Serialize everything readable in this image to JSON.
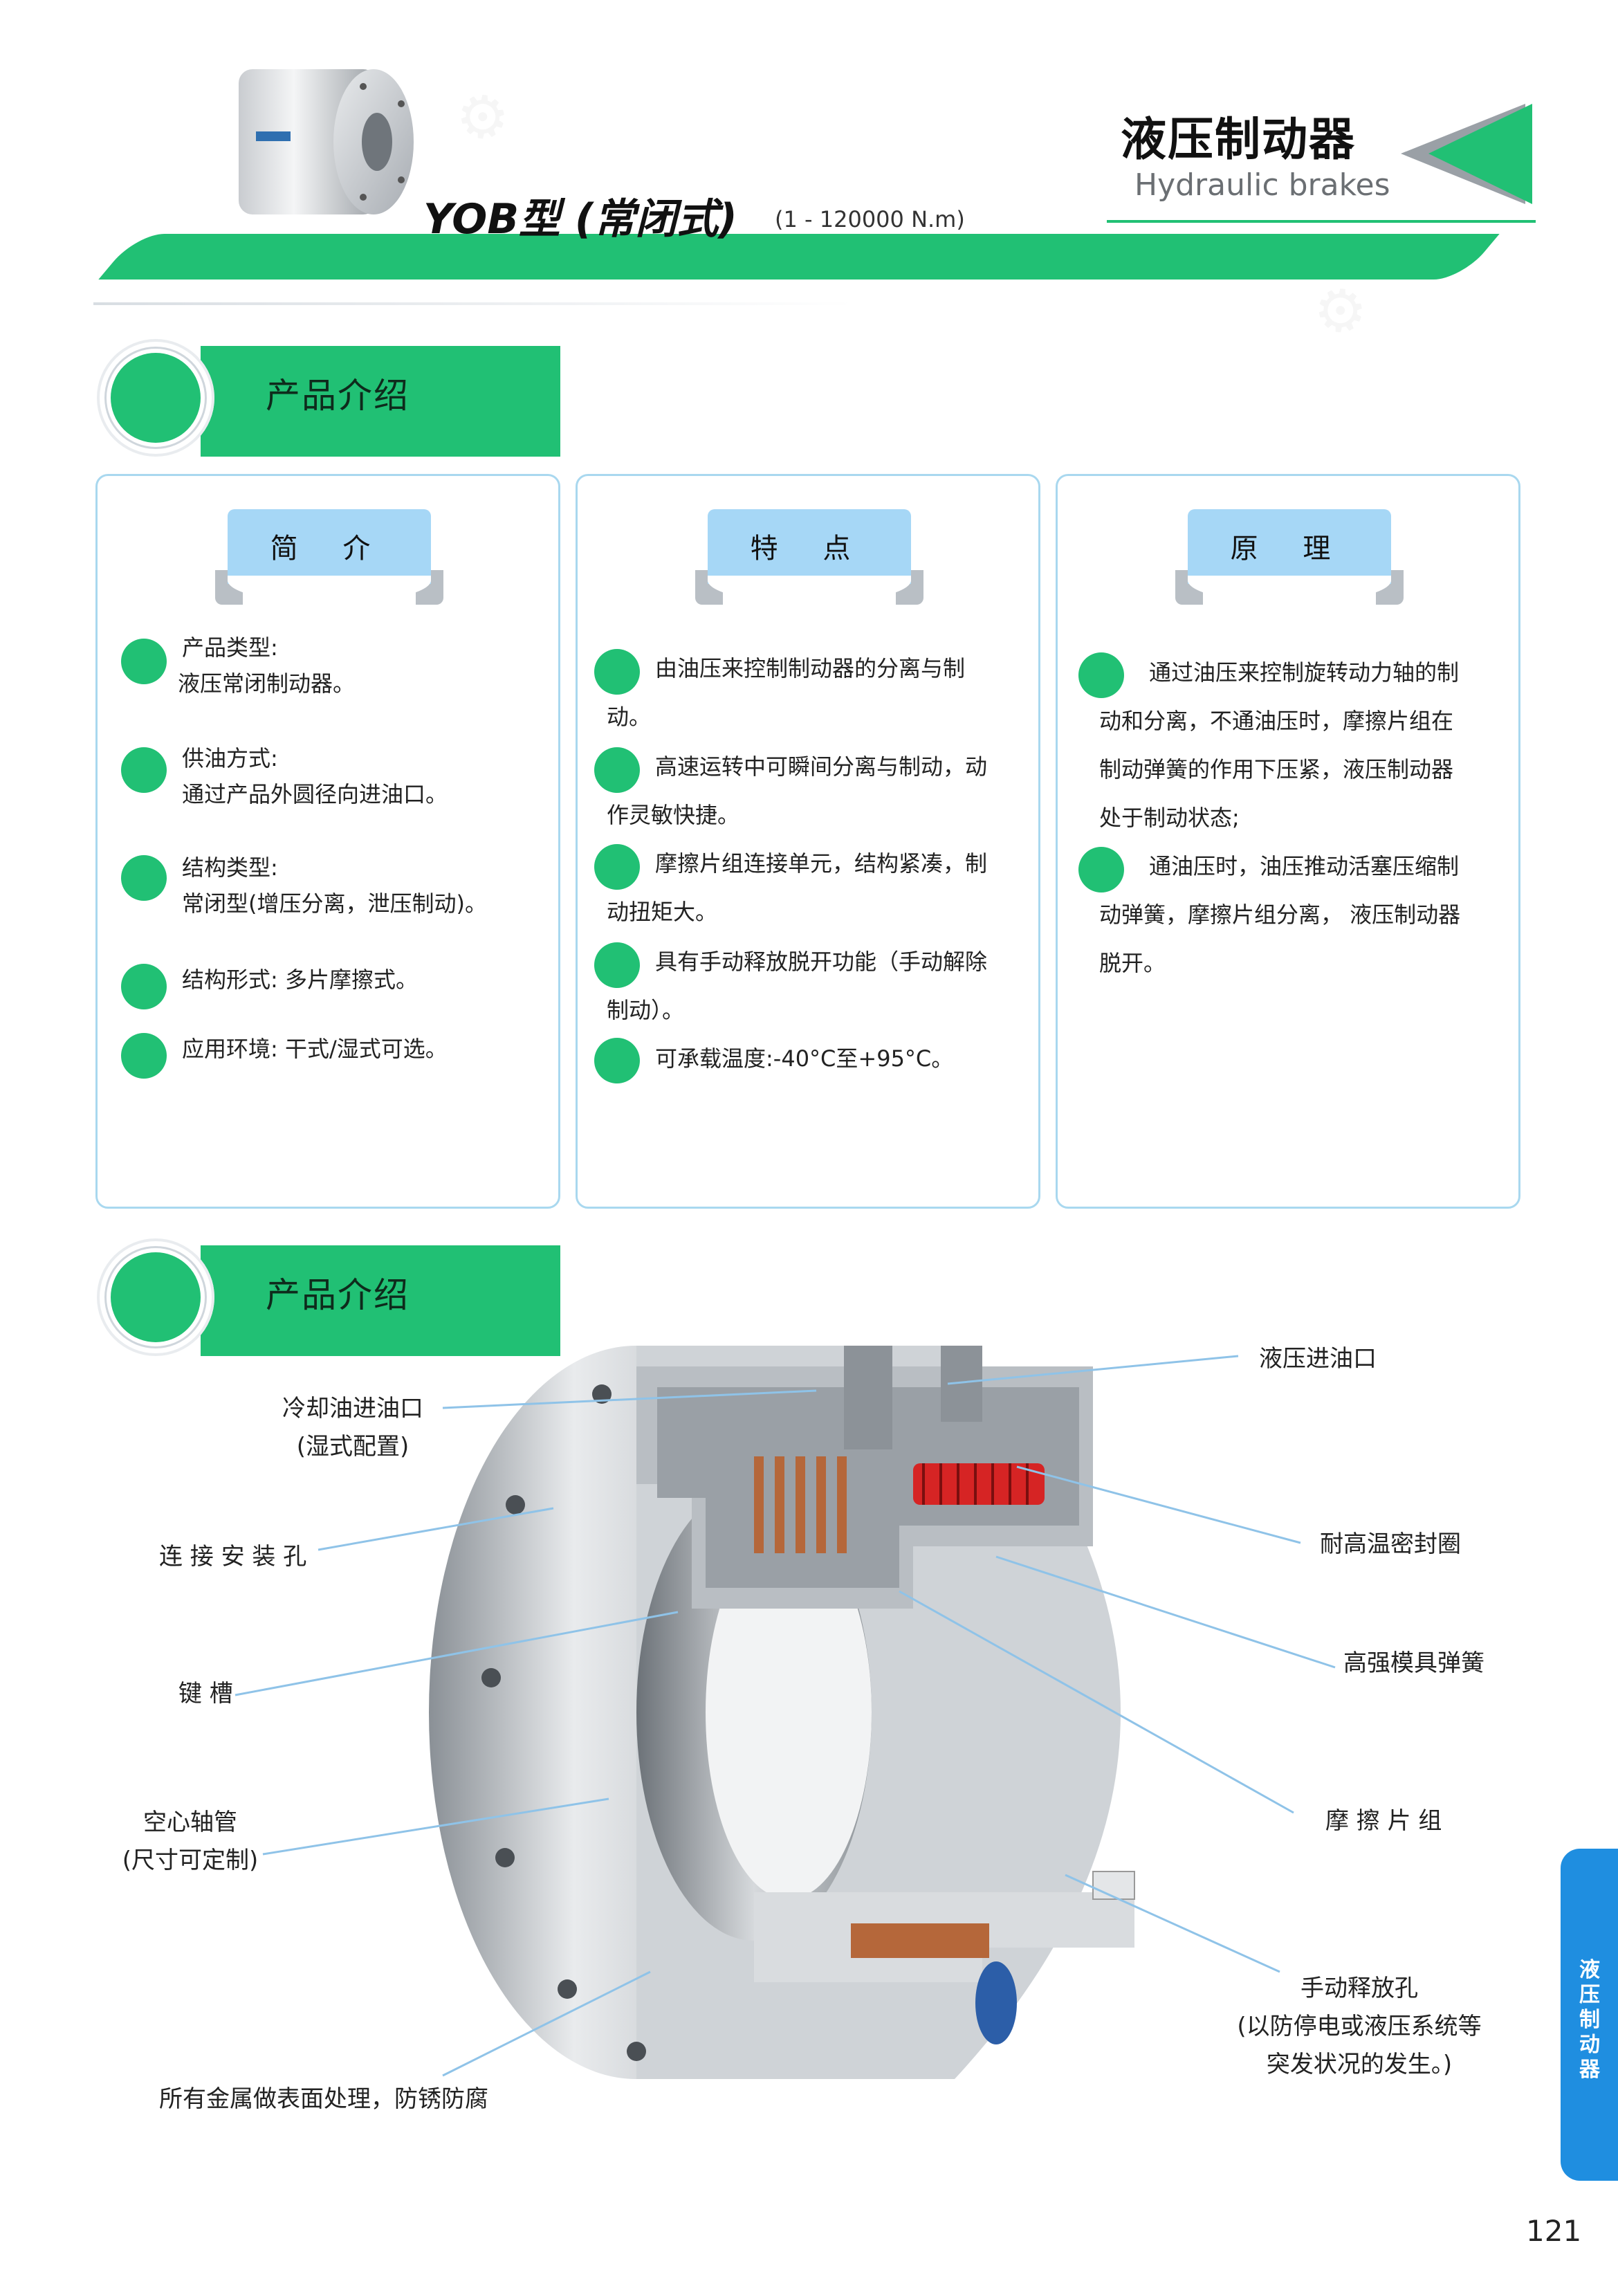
{
  "header": {
    "title_cn": "液压制动器",
    "title_en": "Hydraulic brakes",
    "model_title": "YOB型 (常闭式)",
    "model_range": "(1 - 120000 N.m)"
  },
  "section_intro": {
    "label": "产品介绍",
    "cards": [
      {
        "title": "简 介",
        "items": [
          {
            "label": "产品类型:",
            "value": "液压常闭制动器。"
          },
          {
            "label": "供油方式:",
            "value": "通过产品外圆径向进油口。"
          },
          {
            "label": "结构类型:",
            "value": "常闭型(增压分离，泄压制动)。"
          },
          {
            "label": "结构形式: 多片摩擦式。",
            "value": ""
          },
          {
            "label": "应用环境: 干式/湿式可选。",
            "value": ""
          }
        ]
      },
      {
        "title": "特 点",
        "items": [
          {
            "line1": "由油压来控制制动器的分离与制",
            "line2": "动。"
          },
          {
            "line1": "高速运转中可瞬间分离与制动，动",
            "line2": "作灵敏快捷。"
          },
          {
            "line1": "摩擦片组连接单元，结构紧凑，制",
            "line2": "动扭矩大。"
          },
          {
            "line1": "具有手动释放脱开功能（手动解除",
            "line2": "制动）。"
          },
          {
            "line1": "可承载温度:-40°C至+95°C。",
            "line2": ""
          }
        ]
      },
      {
        "title": "原 理",
        "items": [
          {
            "lines": [
              "通过油压来控制旋转动力轴的制",
              "动和分离，不通油压时，摩擦片组在",
              "制动弹簧的作用下压紧，液压制动器",
              "处于制动状态;"
            ]
          },
          {
            "lines": [
              "通油压时，油压推动活塞压缩制",
              "动弹簧，摩擦片组分离，  液压制动器",
              "脱开。"
            ]
          }
        ]
      }
    ]
  },
  "section_structure": {
    "label": "产品介绍",
    "callouts": {
      "hydraulic_inlet": "液压进油口",
      "cooling_inlet_1": "冷却油进油口",
      "cooling_inlet_2": "(湿式配置)",
      "mount_holes": "连 接 安 装 孔",
      "seal": "耐高温密封圈",
      "spring": "高强模具弹簧",
      "keyway": "键 槽",
      "friction": "摩 擦 片 组",
      "hollow_1": "空心轴管",
      "hollow_2": "(尺寸可定制)",
      "manual_1": "手动释放孔",
      "manual_2": "(以防停电或液压系统等",
      "manual_3": "突发状况的发生。)",
      "surface": "所有金属做表面处理，防锈防腐"
    }
  },
  "side_tab": {
    "chars": [
      "液",
      "压",
      "制",
      "动",
      "器"
    ]
  },
  "page_number": "121",
  "colors": {
    "accent_green": "#21c074",
    "ribbon_blue": "#a6d7f6",
    "card_border": "#a9d8ef",
    "tab_blue": "#1f8ee0"
  }
}
